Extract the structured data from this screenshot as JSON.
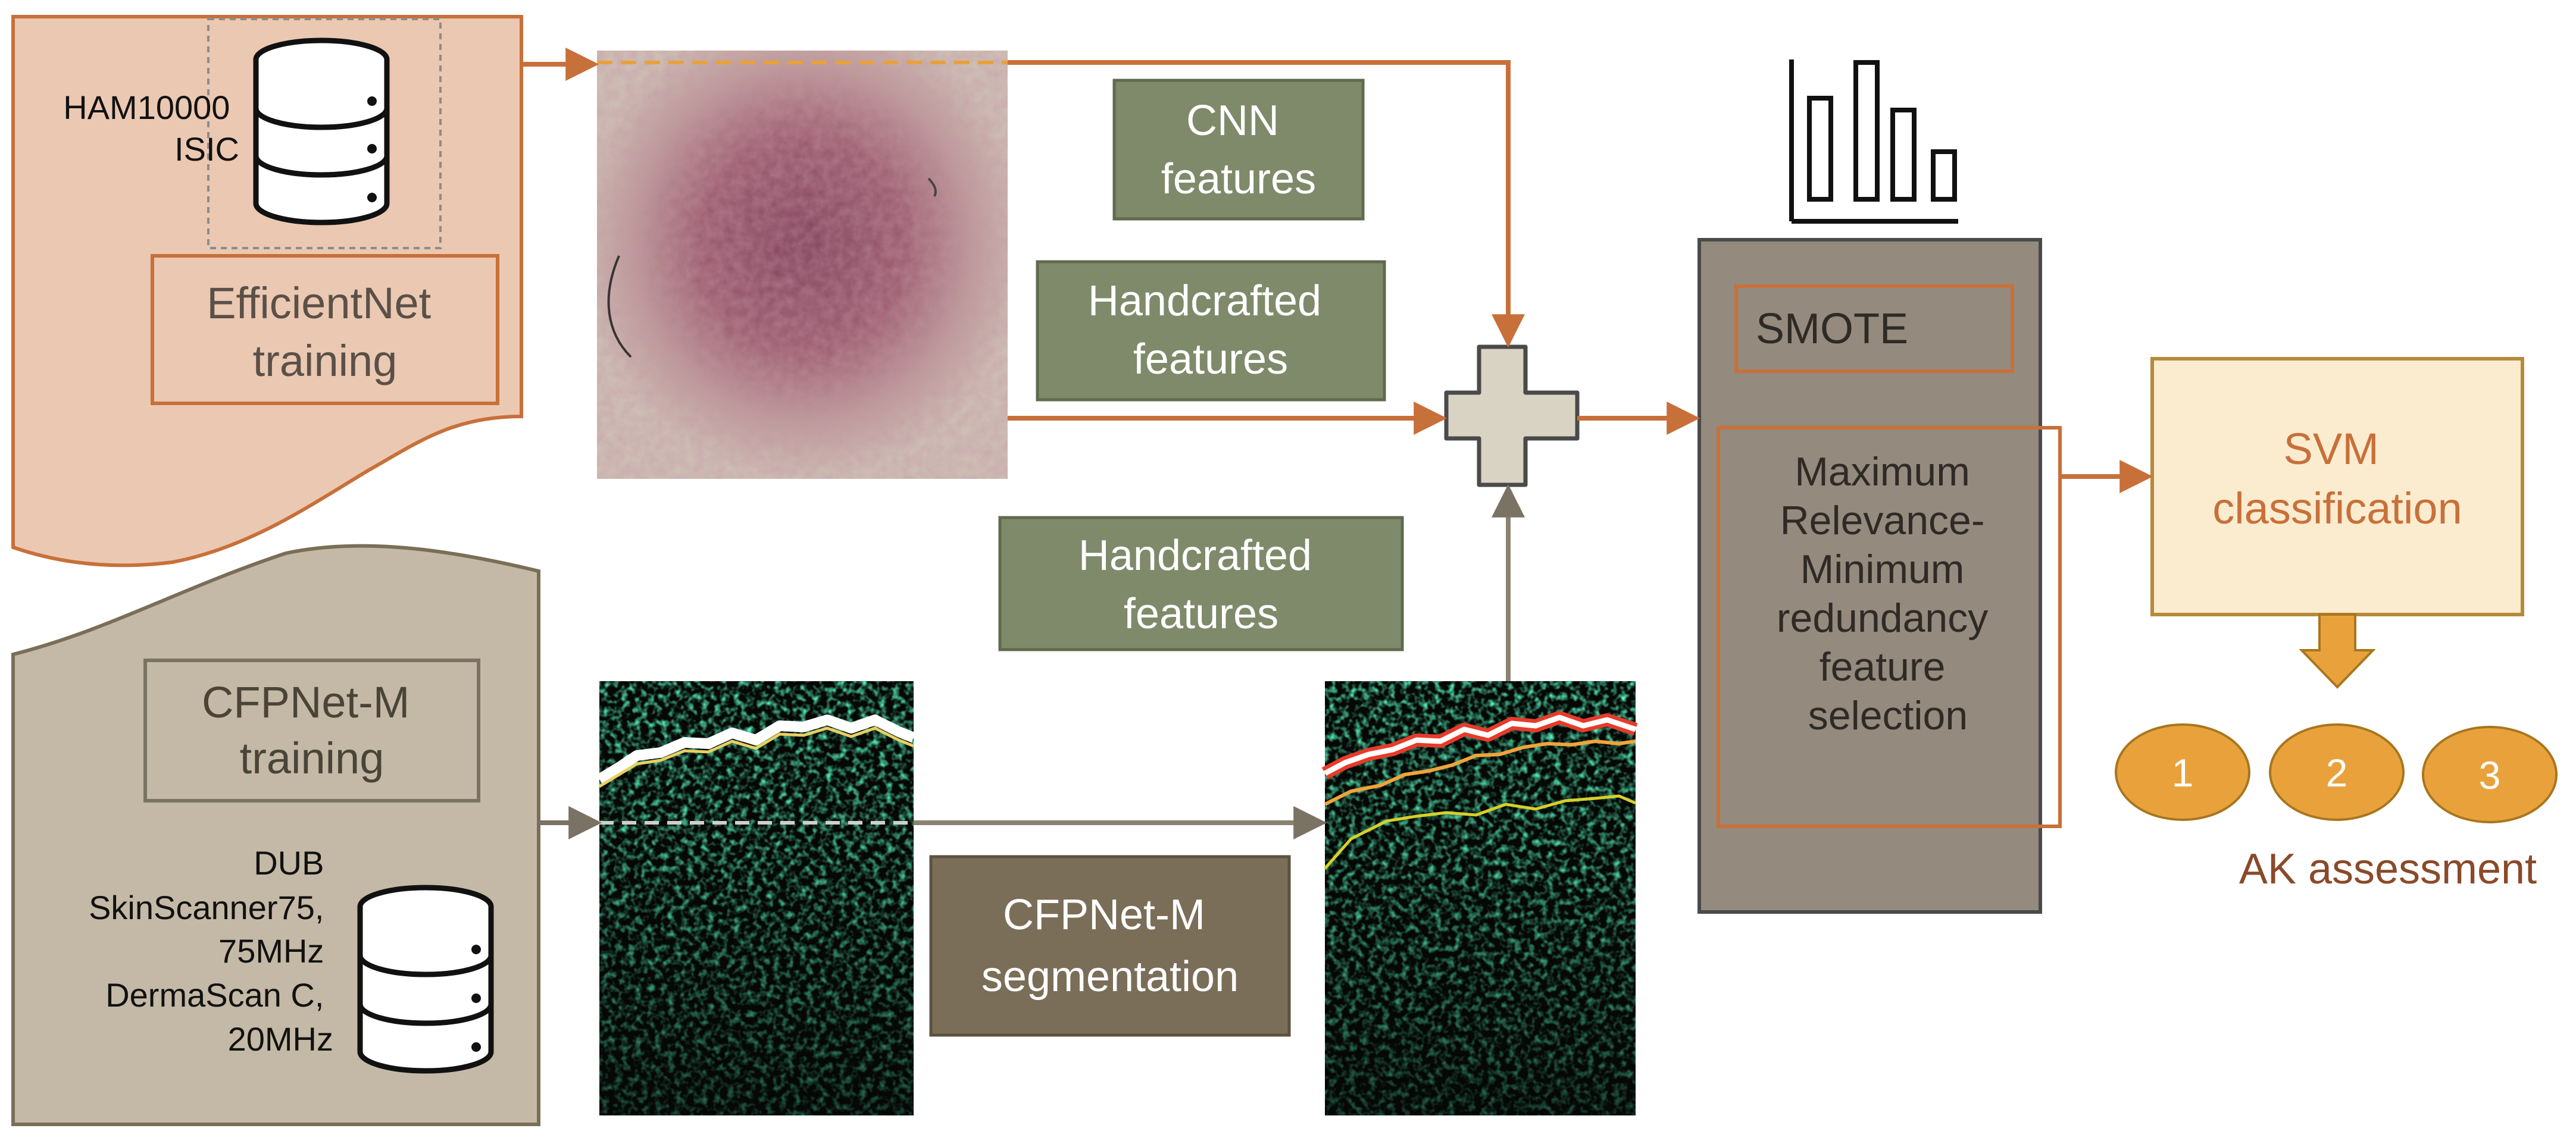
{
  "diagram": {
    "top_source": {
      "datasets_label": [
        "HAM10000",
        "ISIC"
      ],
      "training_label": [
        "EfficientNet",
        "training"
      ]
    },
    "bottom_source": {
      "training_label": [
        "CFPNet-M",
        "training"
      ],
      "datasets_label": [
        "DUB",
        "SkinScanner75,",
        "75MHz",
        "DermaScan C,",
        "20MHz"
      ]
    },
    "features": {
      "cnn": [
        "CNN",
        "features"
      ],
      "handcrafted_top": [
        "Handcrafted",
        "features"
      ],
      "handcrafted_bottom": [
        "Handcrafted",
        "features"
      ],
      "segmentation": [
        "CFPNet-M",
        "segmentation"
      ]
    },
    "selection_panel": {
      "smote": "SMOTE",
      "mrmr": [
        "Maximum",
        "Relevance-",
        "Minimum",
        "redundancy",
        "feature",
        "selection"
      ]
    },
    "classifier": {
      "label": [
        "SVM",
        "classification"
      ],
      "grades": [
        "1",
        "2",
        "3"
      ],
      "assessment": "AK assessment"
    },
    "colors": {
      "arrow_orange": "#c8703a",
      "arrow_taupe": "#8a8270",
      "top_panel_fill": "#ebc8b2",
      "bottom_panel_fill": "#c4b9a6",
      "feature_box_fill": "#7f8a6b",
      "segmentation_box_fill": "#7a6e58",
      "selection_panel_fill": "#948a7d",
      "svm_fill": "#fbecd0",
      "grade_fill": "#e9a23b"
    }
  }
}
